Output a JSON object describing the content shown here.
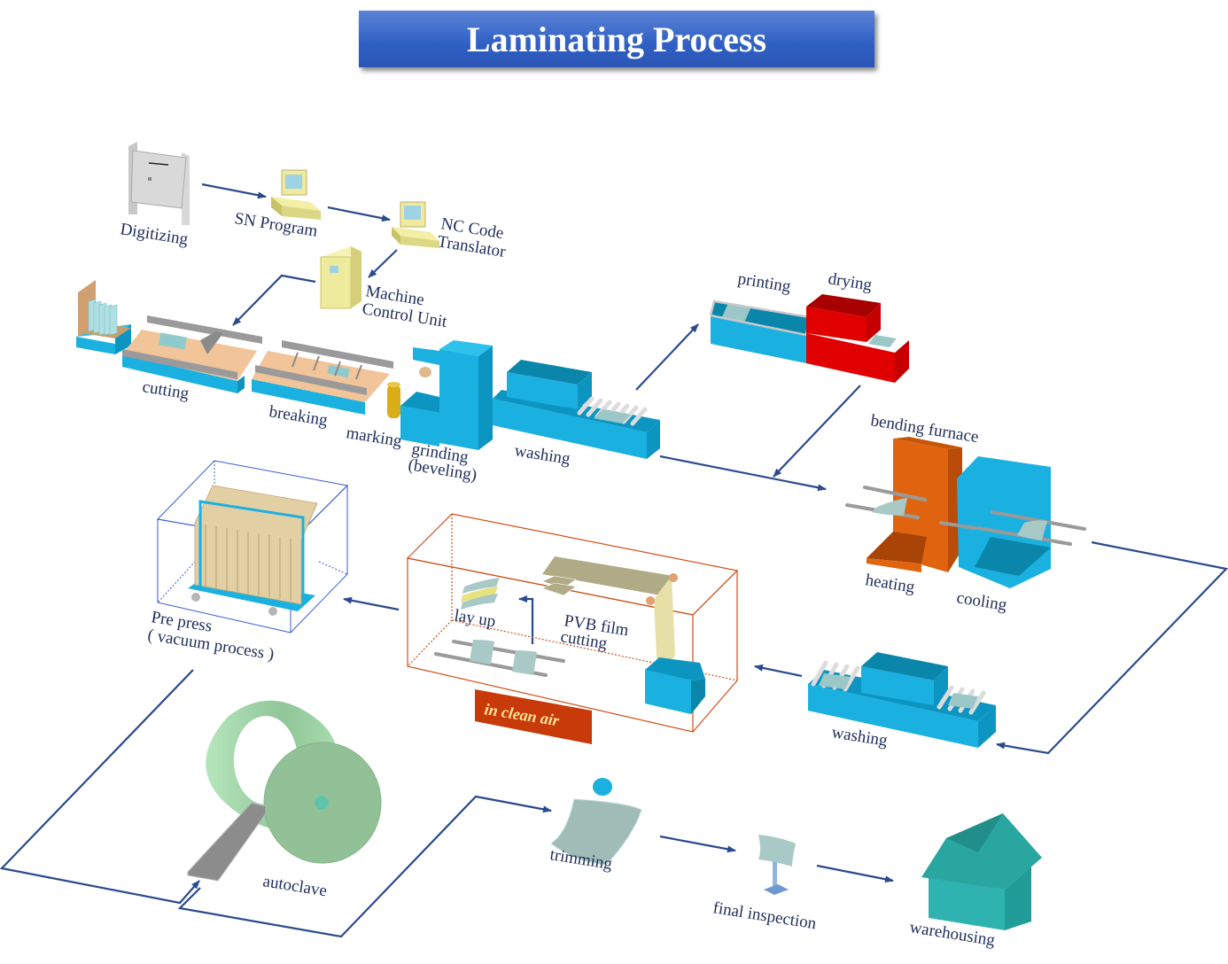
{
  "title": "Laminating Process",
  "colors": {
    "title_bar": "#3a66c8",
    "machine_blue": "#1ab0e0",
    "machine_blue_dark": "#0a86ab",
    "drying_red": "#e00000",
    "furnace_orange": "#e0640f",
    "cabinet_yellow": "#f0ef9f",
    "autoclave_green": "#9fd0a5",
    "warehouse_teal": "#2aa6a1",
    "arrow": "#2b4a8c",
    "clean_air_badge": "#c83a0a"
  },
  "steps": {
    "digitizing": "Digitizing",
    "sn_program": "SN Program",
    "nc_code_translator": [
      "NC Code",
      "Translator"
    ],
    "machine_control_unit": [
      "Machine",
      "Control Unit"
    ],
    "cutting": "cutting",
    "breaking": "breaking",
    "marking": "marking",
    "grinding": [
      "grinding",
      "(beveling)"
    ],
    "washing_1": "washing",
    "printing": "printing",
    "drying": "drying",
    "bending_furnace": "bending furnace",
    "heating": "heating",
    "cooling": "cooling",
    "washing_2": "washing",
    "lay_up": "lay up",
    "pvb_film_cutting": [
      "PVB film",
      "cutting"
    ],
    "clean_air_badge": "in clean air",
    "pre_press": [
      "Pre press",
      "( vacuum process )"
    ],
    "autoclave": "autoclave",
    "trimming": "trimming",
    "final_inspection": "final inspection",
    "warehousing": "warehousing"
  },
  "flow_order": [
    "Digitizing",
    "SN Program",
    "NC Code Translator",
    "Machine Control Unit",
    "cutting",
    "breaking",
    "marking",
    "grinding (beveling)",
    "washing",
    "printing",
    "drying",
    "bending furnace (heating, cooling)",
    "washing",
    "PVB film cutting",
    "lay up",
    "Pre press (vacuum process)",
    "autoclave",
    "trimming",
    "final inspection",
    "warehousing"
  ]
}
